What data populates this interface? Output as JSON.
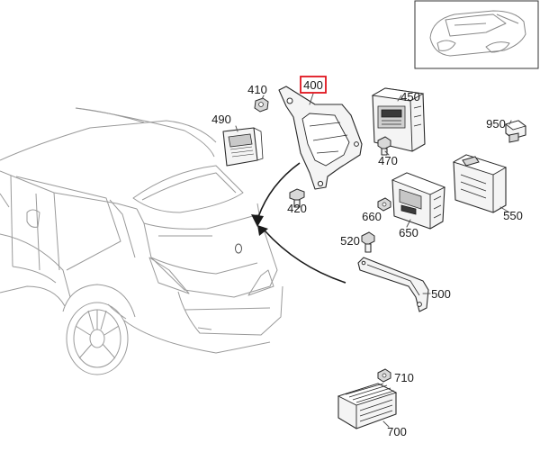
{
  "labels": {
    "p400": "400",
    "p410": "410",
    "p420": "420",
    "p450": "450",
    "p470": "470",
    "p490": "490",
    "p500": "500",
    "p520": "520",
    "p550": "550",
    "p650": "650",
    "p660": "660",
    "p700": "700",
    "p710": "710",
    "p950": "950"
  },
  "highlight": {
    "part": "400",
    "color": "#e0141e"
  },
  "colors": {
    "line": "#333333",
    "ghost": "#9a9a9a",
    "background": "#ffffff"
  }
}
